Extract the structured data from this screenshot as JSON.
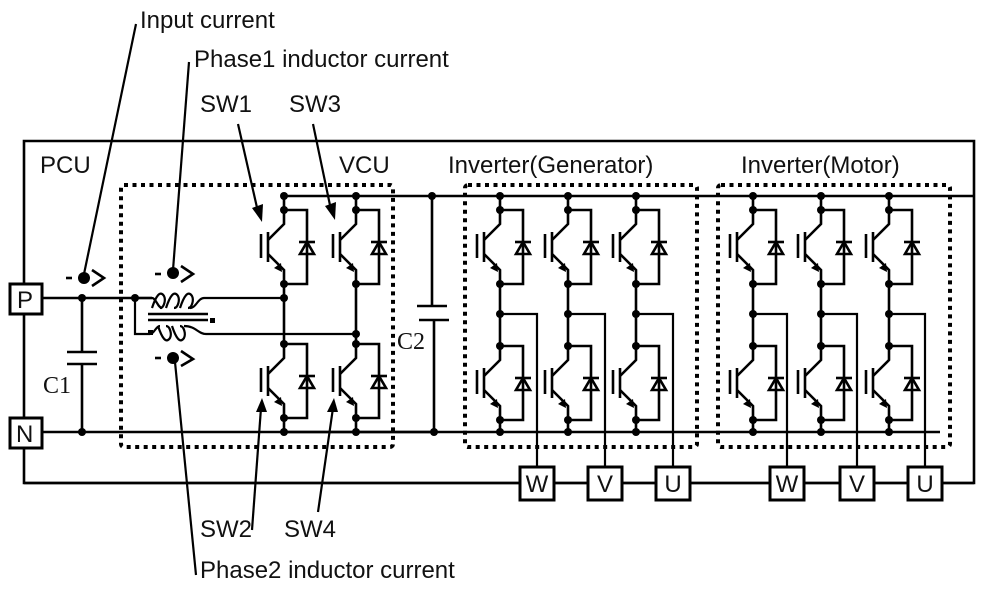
{
  "annotations": {
    "input_current": "Input current",
    "phase1_current": "Phase1  inductor current",
    "phase2_current": "Phase2  inductor current",
    "sw1": "SW1",
    "sw2": "SW2",
    "sw3": "SW3",
    "sw4": "SW4"
  },
  "blocks": {
    "pcu": "PCU",
    "vcu": "VCU",
    "inverter_generator": "Inverter(Generator)",
    "inverter_motor": "Inverter(Motor)"
  },
  "components": {
    "c1": "C1",
    "c2": "C2"
  },
  "terminals": {
    "p": "P",
    "n": "N",
    "generator": [
      "W",
      "V",
      "U"
    ],
    "motor": [
      "W",
      "V",
      "U"
    ]
  },
  "colors": {
    "line": "#000000",
    "background": "#ffffff"
  }
}
